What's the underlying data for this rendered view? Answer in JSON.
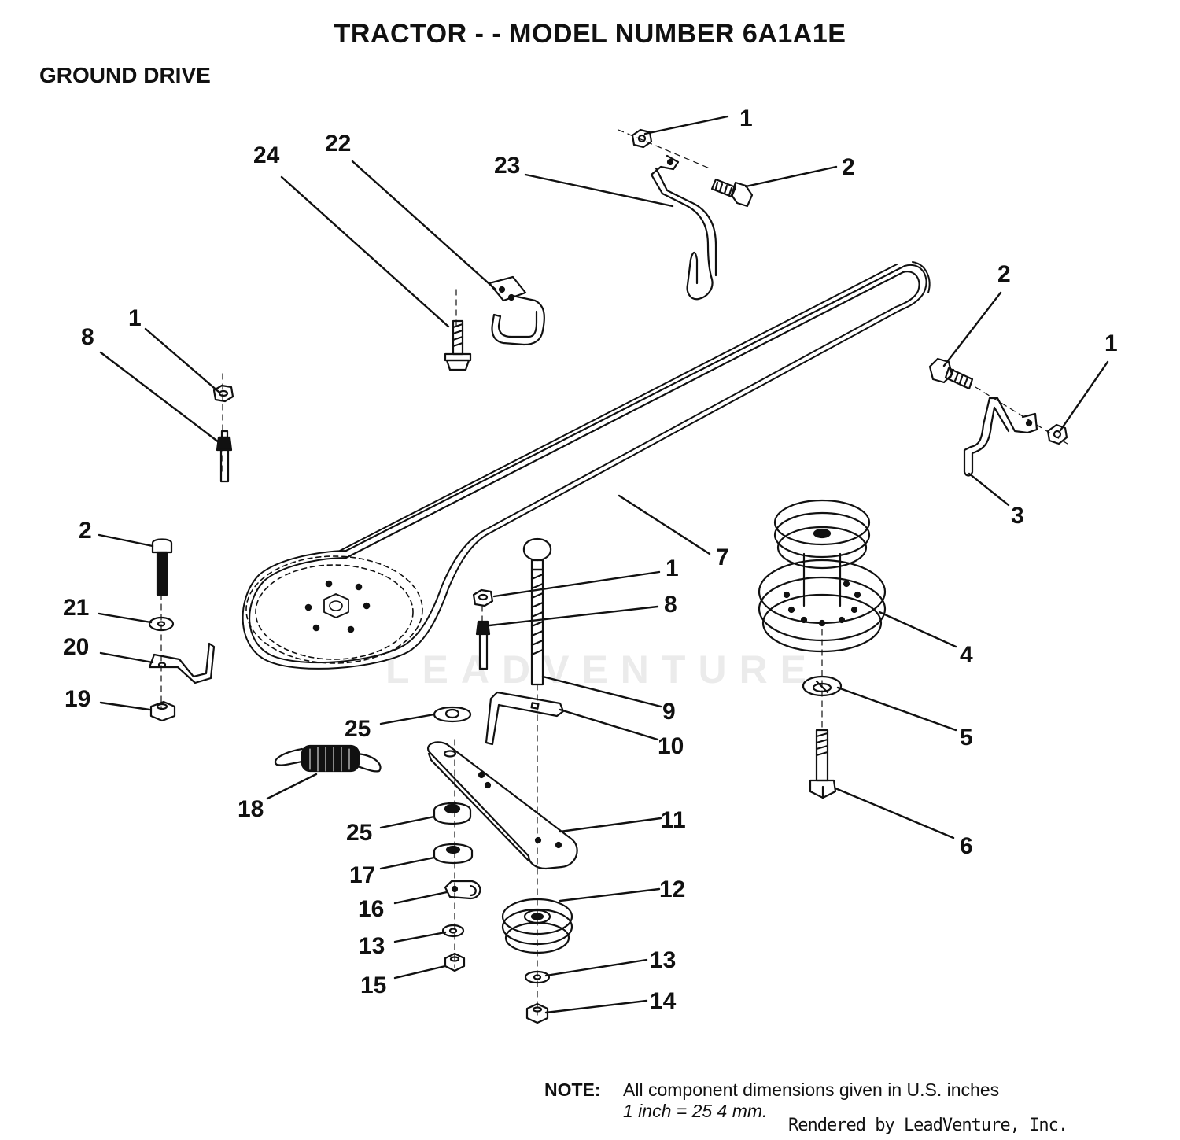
{
  "header": {
    "title": "TRACTOR - - MODEL NUMBER 6A1A1E",
    "section": "GROUND DRIVE"
  },
  "watermark": "LEADVENTURE",
  "callouts": [
    {
      "id": "c1a",
      "label": "1"
    },
    {
      "id": "c2a",
      "label": "2"
    },
    {
      "id": "c23",
      "label": "23"
    },
    {
      "id": "c24",
      "label": "24"
    },
    {
      "id": "c22",
      "label": "22"
    },
    {
      "id": "c2b",
      "label": "2"
    },
    {
      "id": "c1b",
      "label": "1"
    },
    {
      "id": "c3",
      "label": "3"
    },
    {
      "id": "c1c",
      "label": "1"
    },
    {
      "id": "c8a",
      "label": "8"
    },
    {
      "id": "c2c",
      "label": "2"
    },
    {
      "id": "c21",
      "label": "21"
    },
    {
      "id": "c20",
      "label": "20"
    },
    {
      "id": "c19",
      "label": "19"
    },
    {
      "id": "c18",
      "label": "18"
    },
    {
      "id": "c7",
      "label": "7"
    },
    {
      "id": "c1d",
      "label": "1"
    },
    {
      "id": "c8b",
      "label": "8"
    },
    {
      "id": "c9",
      "label": "9"
    },
    {
      "id": "c10",
      "label": "10"
    },
    {
      "id": "c25a",
      "label": "25"
    },
    {
      "id": "c11",
      "label": "11"
    },
    {
      "id": "c25b",
      "label": "25"
    },
    {
      "id": "c17",
      "label": "17"
    },
    {
      "id": "c16",
      "label": "16"
    },
    {
      "id": "c13a",
      "label": "13"
    },
    {
      "id": "c15",
      "label": "15"
    },
    {
      "id": "c12",
      "label": "12"
    },
    {
      "id": "c13b",
      "label": "13"
    },
    {
      "id": "c14",
      "label": "14"
    },
    {
      "id": "c4",
      "label": "4"
    },
    {
      "id": "c5",
      "label": "5"
    },
    {
      "id": "c6",
      "label": "6"
    }
  ],
  "note": {
    "label": "NOTE:",
    "line1": "All component dimensions given in U.S. inches",
    "line2": "1 inch = 25 4 mm."
  },
  "credit": "Rendered by LeadVenture, Inc."
}
